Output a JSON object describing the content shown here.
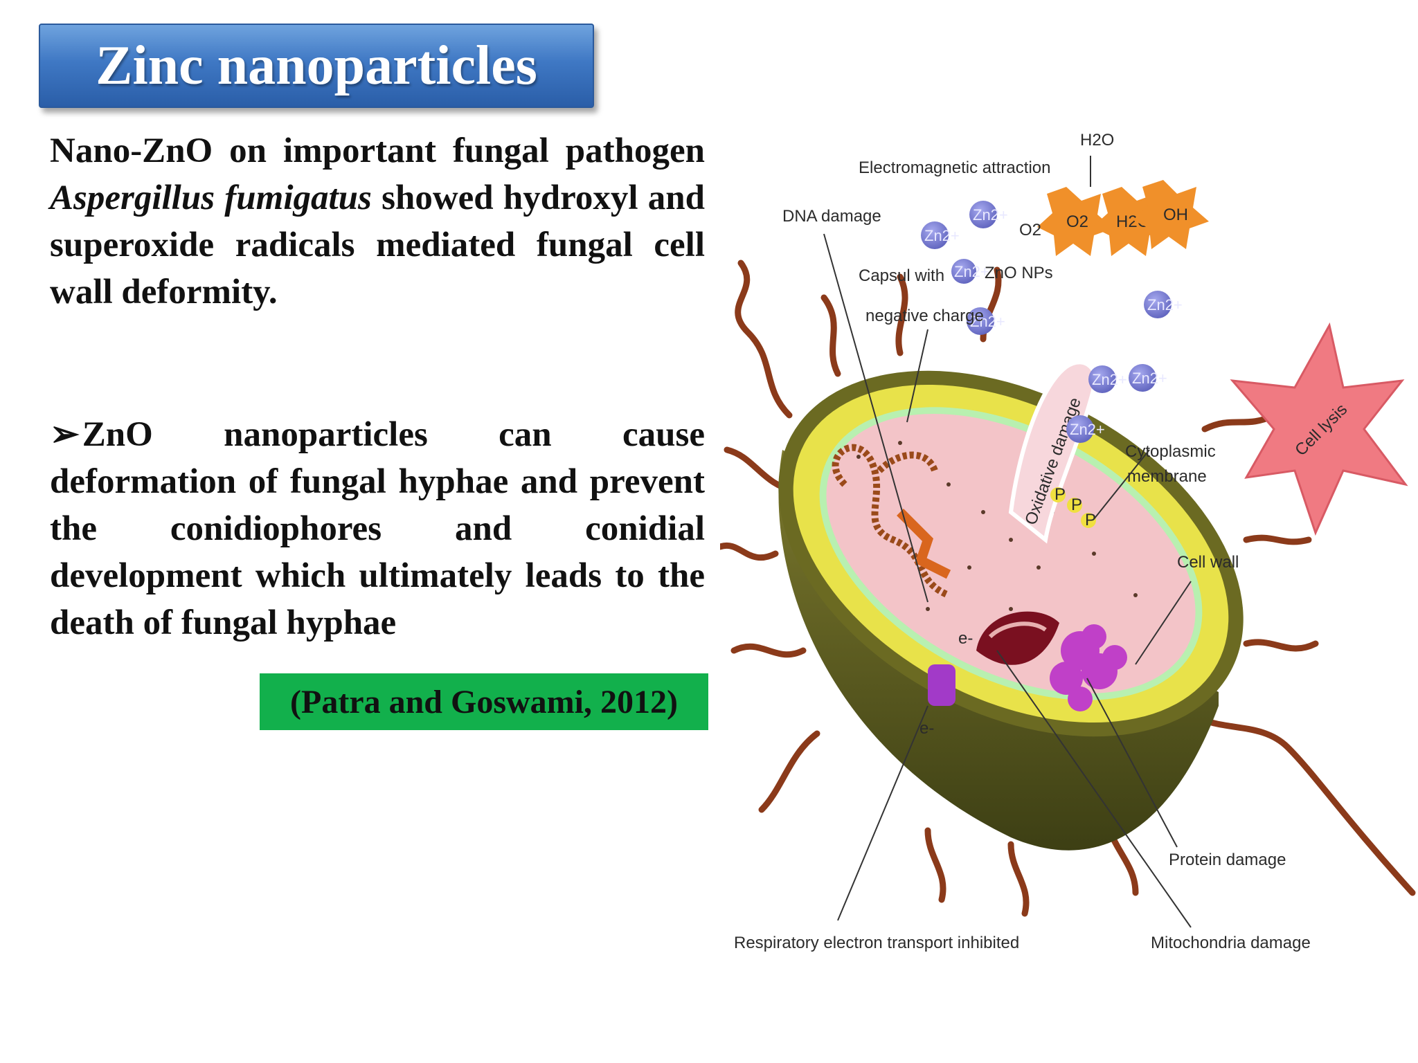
{
  "title": "Zinc nanoparticles",
  "paragraph1": {
    "part1": "Nano-ZnO on important fungal pathogen ",
    "italic": "Aspergillus fumigatus",
    "part2": " showed hydroxyl and superoxide radicals mediated fungal cell wall deformity."
  },
  "paragraph2": {
    "bullet": "➢",
    "text": "ZnO nanoparticles can cause deformation of fungal hyphae and prevent the conidiophores and conidial development which ultimately leads to the death of fungal hyphae"
  },
  "citation": "(Patra and Goswami, 2012)",
  "figure": {
    "labels": {
      "h2o": "H2O",
      "electromagnetic": "Electromagnetic attraction",
      "dna_damage": "DNA damage",
      "o2": "O2",
      "o2_radical": "O2",
      "h2o2": "H2O2",
      "oh": "OH",
      "capsule_line1": "Capsul with",
      "capsule_line2": "negative charge",
      "zno_nps": "ZnO NPs",
      "zn_ion": "Zn2+",
      "oxidative_damage": "Oxidative damage",
      "cytoplasmic_line1": "Cytoplasmic",
      "cytoplasmic_line2": "membrane",
      "cell_lysis": "Cell lysis",
      "cell_wall": "Cell wall",
      "protein_damage": "Protein damage",
      "mitochondria_damage": "Mitochondria damage",
      "respiratory": "Respiratory electron transport inhibited",
      "electron": "e-",
      "p_marker": "P"
    },
    "colors": {
      "outer_wall": "#5a5a1e",
      "yellow_layer": "#e8e24a",
      "green_ring": "#b8f0b0",
      "cytoplasm": "#f3c4c8",
      "flagella": "#8b3a1a",
      "zn_bubble": "#7b7fd0",
      "ros_star": "#f0902a",
      "lysis_star": "#f07a82"
    }
  }
}
